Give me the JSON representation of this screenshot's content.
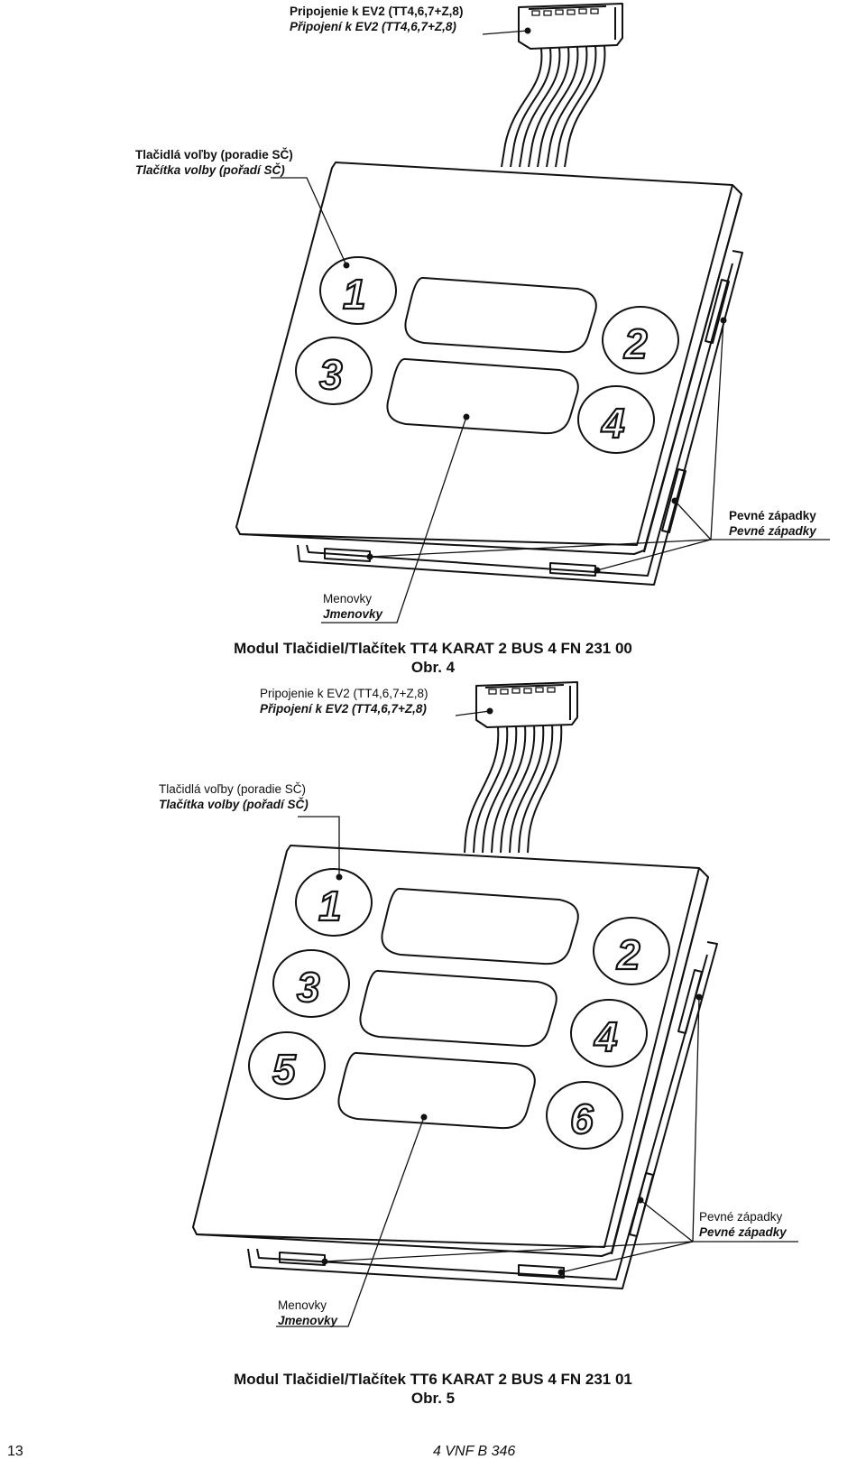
{
  "figure4": {
    "connector_label_sk": "Pripojenie k EV2 (TT4,6,7+Z,8)",
    "connector_label_cz": "Připojení k EV2 (TT4,6,7+Z,8)",
    "buttons_label_sk": "Tlačidlá voľby (poradie SČ)",
    "buttons_label_cz": "Tlačítka volby (pořadí SČ)",
    "latches_label_sk": "Pevné západky",
    "latches_label_cz": "Pevné západky",
    "nametags_label_sk": "Menovky",
    "nametags_label_cz": "Jmenovky",
    "caption_title": "Modul Tlačidiel/Tlačítek TT4 KARAT 2 BUS 4 FN 231 00",
    "caption_number": "Obr. 4",
    "button_numbers": [
      "1",
      "2",
      "3",
      "4"
    ]
  },
  "figure5": {
    "connector_label_sk": "Pripojenie k EV2 (TT4,6,7+Z,8)",
    "connector_label_cz": "Připojení k EV2 (TT4,6,7+Z,8)",
    "buttons_label_sk": "Tlačidlá voľby (poradie SČ)",
    "buttons_label_cz": "Tlačítka volby (pořadí SČ)",
    "latches_label_sk": "Pevné západky",
    "latches_label_cz": "Pevné západky",
    "nametags_label_sk": "Menovky",
    "nametags_label_cz": "Jmenovky",
    "caption_title": "Modul Tlačidiel/Tlačítek TT6 KARAT 2 BUS 4 FN 231 01",
    "caption_number": "Obr. 5",
    "button_numbers": [
      "1",
      "2",
      "3",
      "4",
      "5",
      "6"
    ]
  },
  "footer": {
    "page_number": "13",
    "document_code": "4 VNF B 346"
  }
}
